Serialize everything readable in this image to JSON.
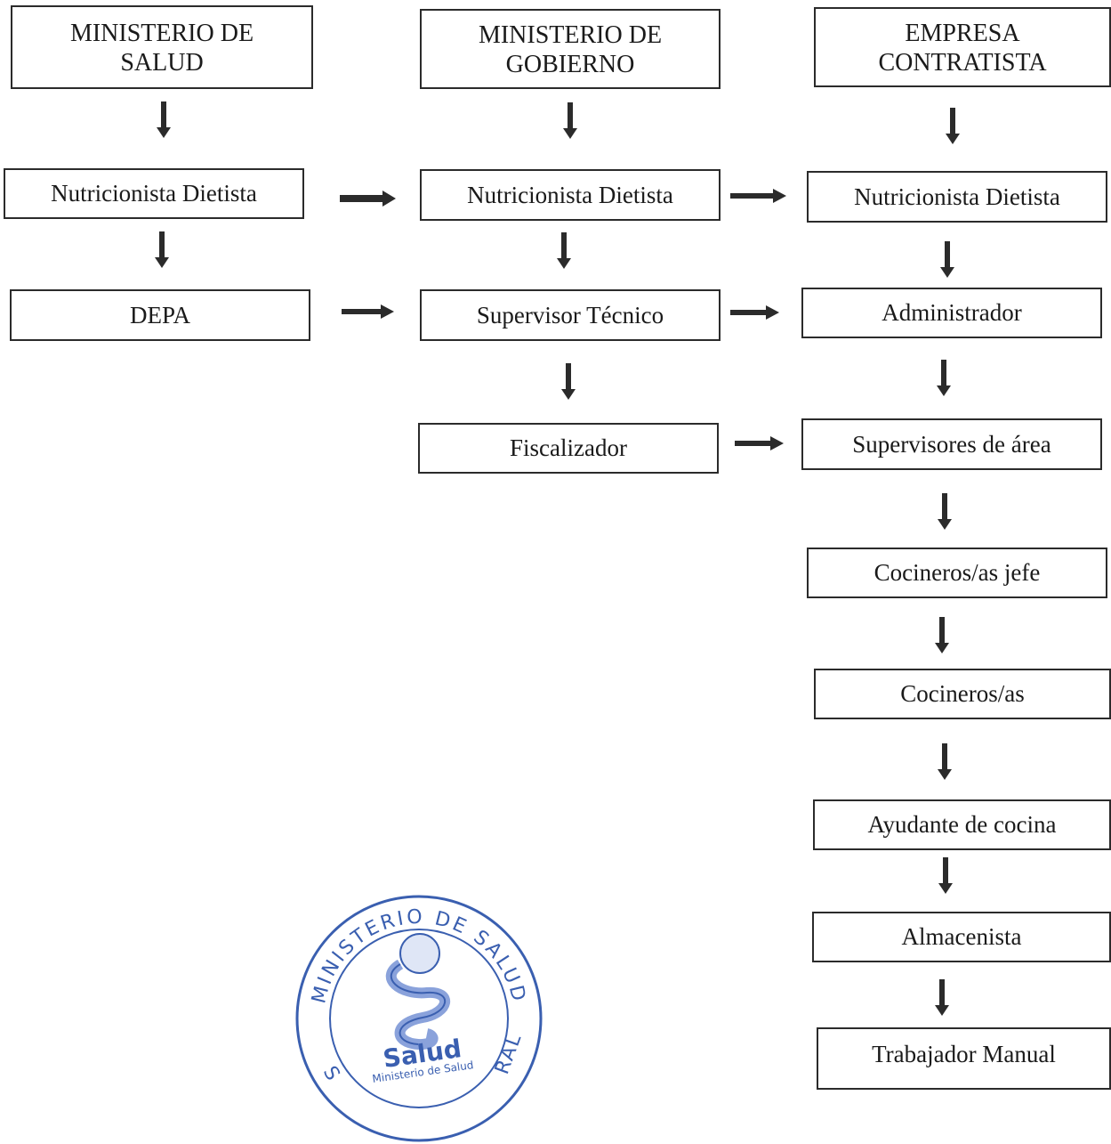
{
  "headers": {
    "salud": "MINISTERIO DE SALUD",
    "gobierno": "MINISTERIO DE GOBIERNO",
    "empresa": "EMPRESA CONTRATISTA"
  },
  "nodes": {
    "salud_nutricionista": "Nutricionista Dietista",
    "depa": "DEPA",
    "gobierno_nutricionista": "Nutricionista Dietista",
    "supervisor_tecnico": "Supervisor Técnico",
    "fiscalizador": "Fiscalizador",
    "empresa_nutricionista": "Nutricionista Dietista",
    "administrador": "Administrador",
    "supervisores_area": "Supervisores de área",
    "cocineros_jefe": "Cocineros/as jefe",
    "cocineros": "Cocineros/as",
    "ayudante_cocina": "Ayudante de cocina",
    "almacenista": "Almacenista",
    "trabajador_manual": "Trabajador Manual"
  },
  "seal": {
    "top_text": "MINISTERIO DE SALUD",
    "logo_text": "Salud",
    "logo_subtext": "Ministerio de Salud",
    "bottom_left_fragment": "S",
    "bottom_right_fragment": "RAL"
  },
  "colors": {
    "box_border": "#2b2b2b",
    "arrow": "#2b2b2b",
    "seal": "#3a5fb0"
  }
}
